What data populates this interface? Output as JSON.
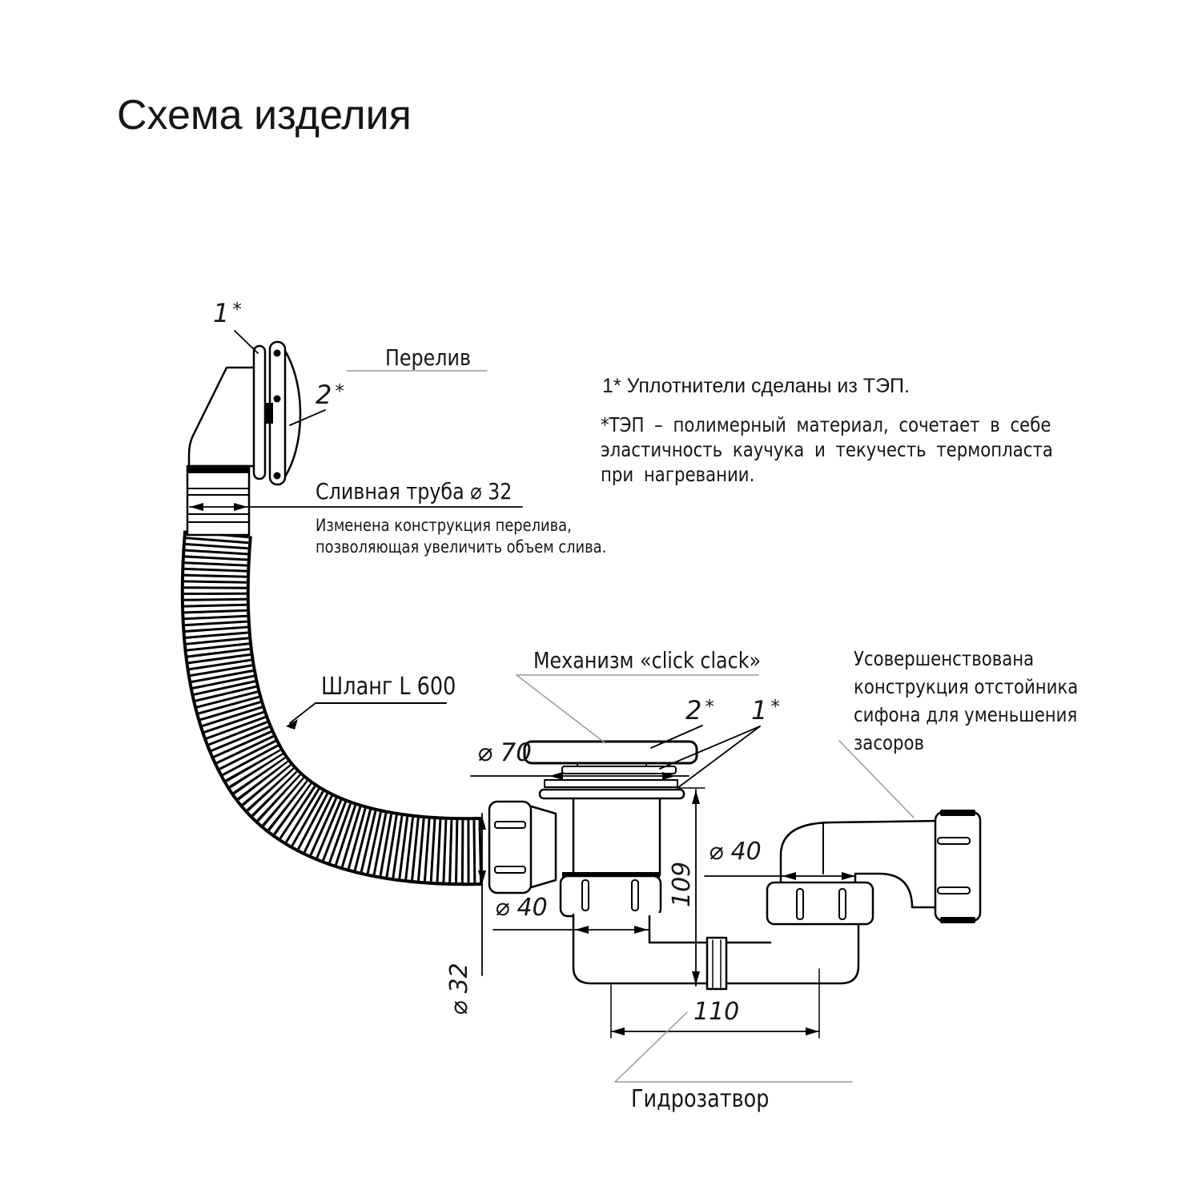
{
  "colors": {
    "ink": "#000000",
    "leader_gray": "#9a9a9a",
    "background": "#ffffff"
  },
  "title": "Схема изделия",
  "notes": {
    "seals": "1* Уплотнители сделаны из ТЭП.",
    "tep1": "*ТЭП – полимерный материал, сочетает в себе",
    "tep2": "эластичность каучука и текучесть термопласта",
    "tep3": "при нагревании."
  },
  "labels": {
    "overflow": "Перелив",
    "drain_pipe": "Сливная труба ⌀ 32",
    "drain_pipe_note1": "Изменена конструкция перелива,",
    "drain_pipe_note2": "позволяющая увеличить объем слива.",
    "hose": "Шланг L 600",
    "mechanism": "Механизм «click clack»",
    "trap": "Гидрозатвор",
    "siphon1": "Усовершенствована",
    "siphon2": "конструкция отстойника",
    "siphon3": "сифона для уменьшения",
    "siphon4": "засоров"
  },
  "markers": {
    "m1": "1",
    "m2": "2",
    "star": "*"
  },
  "dims": {
    "cap": "⌀ 70",
    "outlet": "⌀ 40",
    "hose": "⌀ 32",
    "height": "109",
    "trap_width": "110"
  }
}
